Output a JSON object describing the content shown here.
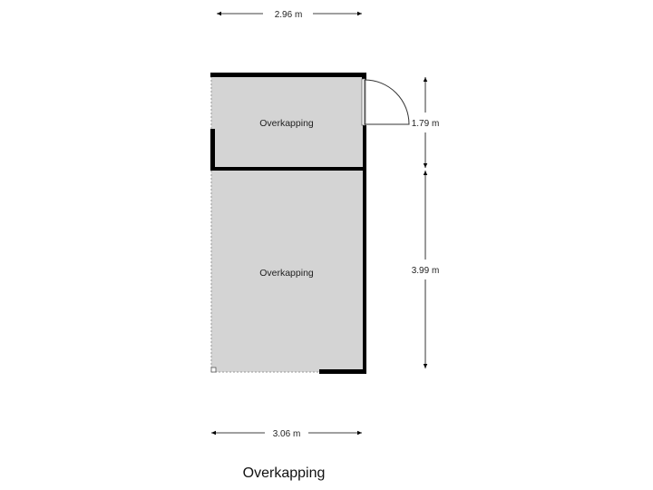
{
  "title": "Overkapping",
  "rooms": [
    {
      "label": "Overkapping"
    },
    {
      "label": "Overkapping"
    }
  ],
  "dimensions": {
    "top_width": "2.96 m",
    "bottom_width": "3.06 m",
    "right_upper": "1.79 m",
    "right_lower": "3.99 m"
  },
  "colors": {
    "room_fill": "#d4d4d4",
    "wall": "#000000",
    "dimension_line": "#000000",
    "dashed_edge": "#9a9a9a"
  }
}
